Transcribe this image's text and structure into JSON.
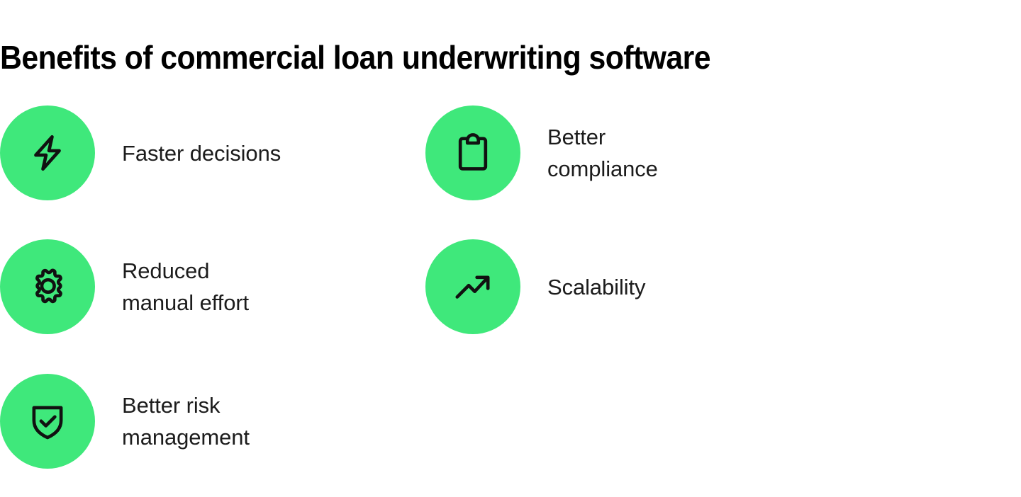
{
  "page": {
    "background_color": "#ffffff",
    "title": "Benefits of commercial loan underwriting software",
    "title_color": "#000000"
  },
  "theme": {
    "accent_color": "#3fe87b",
    "icon_stroke_color": "#111111",
    "label_color": "#1c1c1c"
  },
  "benefits": [
    {
      "id": "faster-decisions",
      "label": "Faster decisions",
      "icon": "lightning-bolt-icon",
      "column": 0,
      "row": 0
    },
    {
      "id": "better-compliance",
      "label": "Better\ncompliance",
      "icon": "clipboard-icon",
      "column": 1,
      "row": 0
    },
    {
      "id": "reduced-manual-effort",
      "label": "Reduced\nmanual effort",
      "icon": "gear-icon",
      "column": 0,
      "row": 1
    },
    {
      "id": "scalability",
      "label": "Scalability",
      "icon": "trending-up-icon",
      "column": 1,
      "row": 1
    },
    {
      "id": "better-risk-management",
      "label": "Better risk\nmanagement",
      "icon": "shield-check-icon",
      "column": 0,
      "row": 2
    }
  ]
}
